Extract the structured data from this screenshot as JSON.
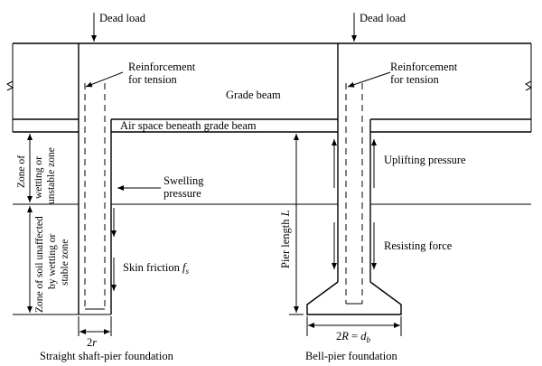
{
  "labels": {
    "dead_load_left": "Dead load",
    "dead_load_right": "Dead load",
    "reinforcement_left_1": "Reinforcement",
    "reinforcement_left_2": "for tension",
    "reinforcement_right_1": "Reinforcement",
    "reinforcement_right_2": "for tension",
    "grade_beam": "Grade beam",
    "air_space": "Air space beneath grade beam",
    "zone_wetting_1": "Zone of",
    "zone_wetting_2": "wetting or",
    "zone_wetting_3": "unstable zone",
    "zone_unaffected_1": "Zone of soil unaffected",
    "zone_unaffected_2": "by wetting or",
    "zone_unaffected_3": "stable zone",
    "swelling_1": "Swelling",
    "swelling_2": "pressure",
    "skin_friction": "Skin friction",
    "skin_friction_sub": "s",
    "skin_friction_var": "f",
    "pier_length": "Pier length",
    "pier_length_var": "L",
    "uplifting": "Uplifting pressure",
    "resisting": "Resisting force",
    "two_r": "2",
    "two_r_var": "r",
    "two_R": "2",
    "two_R_var": "R",
    "two_R_eq": " = ",
    "two_R_db": "d",
    "two_R_db_sub": "b",
    "caption_left": "Straight shaft-pier foundation",
    "caption_right": "Bell-pier foundation"
  }
}
